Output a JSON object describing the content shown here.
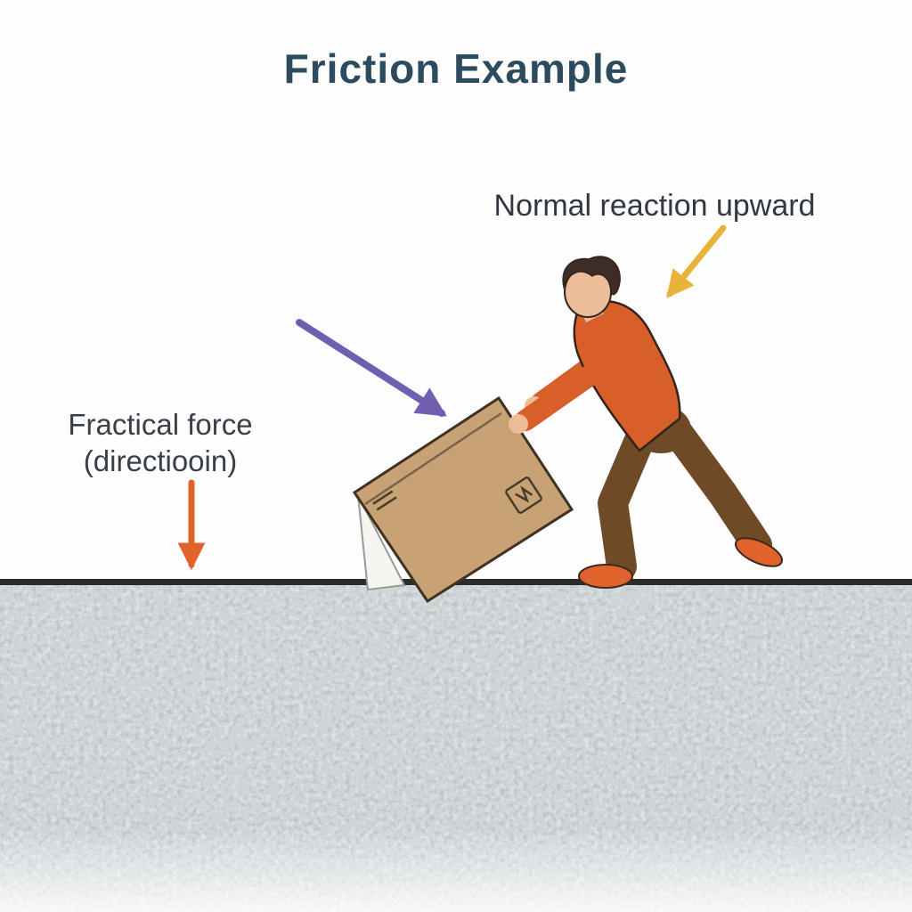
{
  "title": "Friction Example",
  "labels": {
    "normal_reaction": "Normal reaction upward",
    "friction_line1": "Fractical force",
    "friction_line2": "(directiooin)"
  },
  "colors": {
    "title_text": "#2d4b5e",
    "label_text": "#31383f",
    "normal_arrow": "#e9b239",
    "applied_arrow": "#6f5fae",
    "friction_arrow": "#e2622b",
    "shirt": "#d85f2a",
    "pants": "#6f4a27",
    "shoes": "#e2622b",
    "box": "#c7a274",
    "ground_line": "#2c2c2c",
    "ground_base": "#9fabb0"
  },
  "arrows": [
    {
      "name": "normal-reaction-arrow",
      "direction": "down-left",
      "target": "person"
    },
    {
      "name": "applied-force-arrow",
      "direction": "down-right",
      "target": "box"
    },
    {
      "name": "friction-direction-arrow",
      "direction": "down",
      "target": "ground"
    }
  ]
}
